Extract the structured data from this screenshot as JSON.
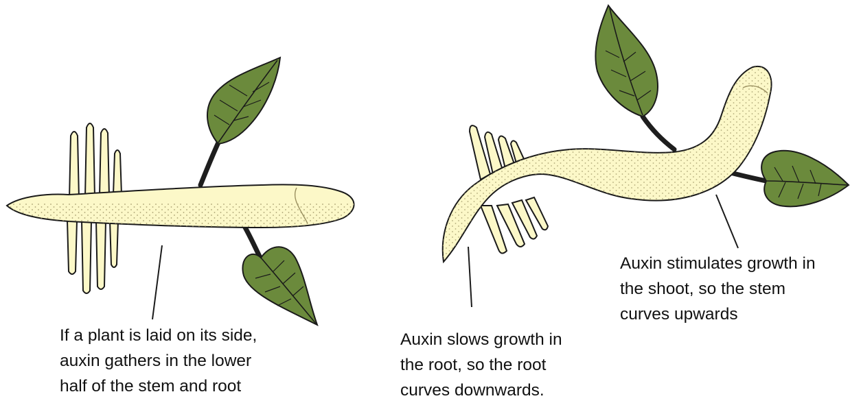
{
  "labels": {
    "horizontal_plant": [
      "If a plant is laid on its side,",
      "auxin gathers in the lower",
      "half of the stem and root"
    ],
    "root": [
      "Auxin slows growth in",
      "the root, so the root",
      "curves downwards."
    ],
    "shoot": [
      "Auxin stimulates growth in",
      "the shoot, so the stem",
      "curves upwards"
    ]
  },
  "colors": {
    "plant_body": "#fcf8c8",
    "auxin_dots": "#a8a070",
    "leaf": "#6b8a3c",
    "petiole": "#1e1e1e",
    "outline": "#1a1a1a"
  }
}
